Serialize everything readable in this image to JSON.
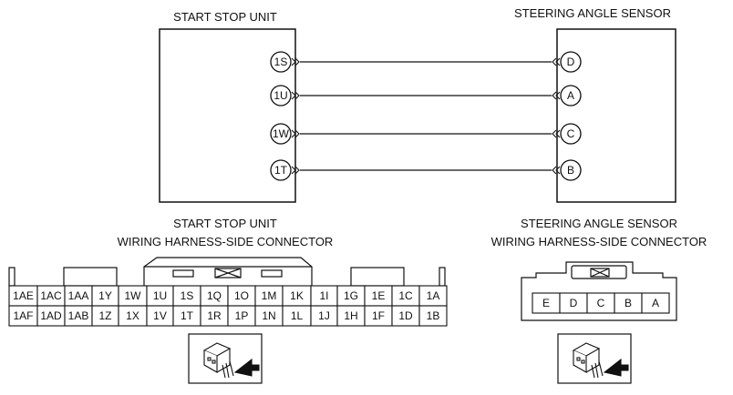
{
  "start_stop_unit": {
    "title": "START STOP UNIT",
    "pins": [
      "1S",
      "1U",
      "1W",
      "1T"
    ]
  },
  "steering_angle_sensor": {
    "title": "STEERING ANGLE SENSOR",
    "pins": [
      "D",
      "A",
      "C",
      "B"
    ]
  },
  "start_stop_connector": {
    "title_line1": "START STOP UNIT",
    "title_line2": "WIRING HARNESS-SIDE CONNECTOR",
    "row1": [
      "1AE",
      "1AC",
      "1AA",
      "1Y",
      "1W",
      "1U",
      "1S",
      "1Q",
      "1O",
      "1M",
      "1K",
      "1I",
      "1G",
      "1E",
      "1C",
      "1A"
    ],
    "row2": [
      "1AF",
      "1AD",
      "1AB",
      "1Z",
      "1X",
      "1V",
      "1T",
      "1R",
      "1P",
      "1N",
      "1L",
      "1J",
      "1H",
      "1F",
      "1D",
      "1B"
    ]
  },
  "steering_connector": {
    "title_line1": "STEERING ANGLE SENSOR",
    "title_line2": "WIRING HARNESS-SIDE CONNECTOR",
    "cells": [
      "E",
      "D",
      "C",
      "B",
      "A"
    ]
  },
  "icons": [
    "connector-insertion-icon"
  ]
}
